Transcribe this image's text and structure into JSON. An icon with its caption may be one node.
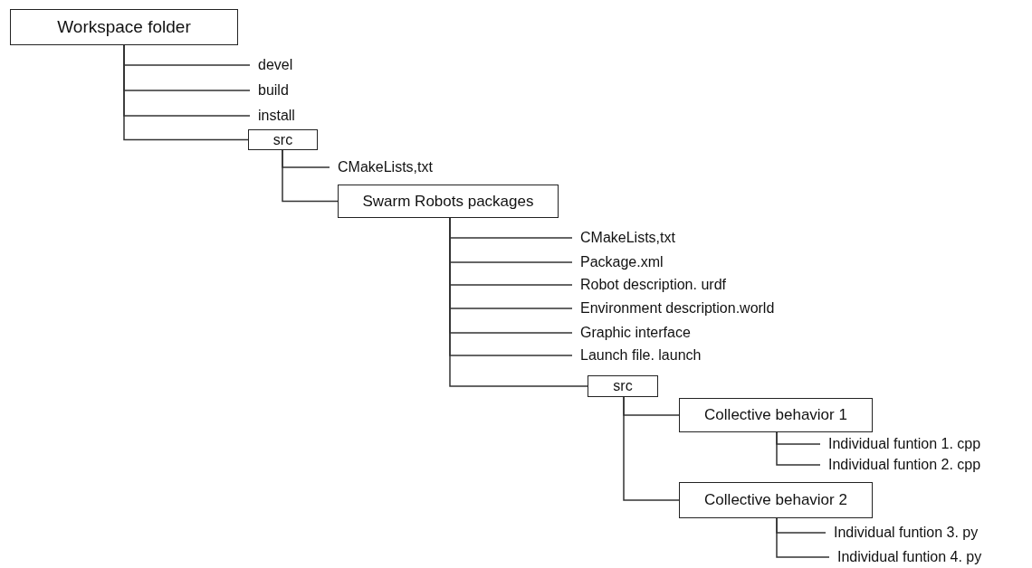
{
  "diagram": {
    "nodes": [
      {
        "text": [
          "Workspace folder"
        ]
      },
      {
        "text": [
          "devel"
        ]
      },
      {
        "text": [
          "build"
        ]
      },
      {
        "text": [
          "install"
        ]
      },
      {
        "text": [
          "src"
        ]
      },
      {
        "text": [
          "CMakeLists,txt"
        ]
      },
      {
        "text": [
          "Swarm Robots packages"
        ]
      },
      {
        "text": [
          "CMakeLists,txt"
        ]
      },
      {
        "text": [
          "Package.xml"
        ]
      },
      {
        "text": [
          "Robot description. urdf"
        ]
      },
      {
        "text": [
          "Environment description.world"
        ]
      },
      {
        "text": [
          "Graphic interface"
        ]
      },
      {
        "text": [
          "Launch file. launch"
        ]
      },
      {
        "text": [
          "src"
        ]
      },
      {
        "text": [
          "Collective behavior 1"
        ]
      },
      {
        "text": [
          "Individual funtion 1. cpp"
        ]
      },
      {
        "text": [
          "Individual funtion 2. cpp"
        ]
      },
      {
        "text": [
          "Collective behavior 2"
        ]
      },
      {
        "text": [
          "Individual funtion 3. py"
        ]
      },
      {
        "text": [
          "Individual funtion 4. py"
        ]
      }
    ],
    "edges": [
      {
        "from": 0,
        "to": 1,
        "arrow": "none"
      },
      {
        "from": 0,
        "to": 2,
        "arrow": "none"
      },
      {
        "from": 0,
        "to": 3,
        "arrow": "none"
      },
      {
        "from": 0,
        "to": 4,
        "arrow": "none"
      },
      {
        "from": 4,
        "to": 5,
        "arrow": "none"
      },
      {
        "from": 4,
        "to": 6,
        "arrow": "none"
      },
      {
        "from": 6,
        "to": 7,
        "arrow": "none"
      },
      {
        "from": 6,
        "to": 8,
        "arrow": "none"
      },
      {
        "from": 6,
        "to": 9,
        "arrow": "none"
      },
      {
        "from": 6,
        "to": 10,
        "arrow": "none"
      },
      {
        "from": 6,
        "to": 11,
        "arrow": "none"
      },
      {
        "from": 6,
        "to": 12,
        "arrow": "none"
      },
      {
        "from": 6,
        "to": 13,
        "arrow": "none"
      },
      {
        "from": 13,
        "to": 14,
        "arrow": "none"
      },
      {
        "from": 13,
        "to": 17,
        "arrow": "none"
      },
      {
        "from": 14,
        "to": 15,
        "arrow": "none"
      },
      {
        "from": 14,
        "to": 16,
        "arrow": "none"
      },
      {
        "from": 17,
        "to": 18,
        "arrow": "none"
      },
      {
        "from": 17,
        "to": 19,
        "arrow": "none"
      }
    ]
  }
}
